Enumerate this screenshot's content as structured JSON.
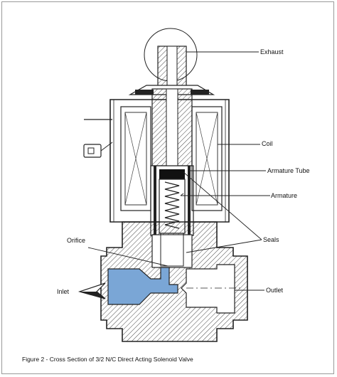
{
  "labels": {
    "exhaust": "Exhaust",
    "coil": "Coil",
    "armature_tube": "Armature Tube",
    "armature": "Armature",
    "seals": "Seals",
    "orifice": "Orifice",
    "inlet": "Inlet",
    "outlet": "Outlet"
  },
  "caption": "Figure 2 - Cross Section of 3/2 N/C Direct Acting Solenoid Valve",
  "colors": {
    "line": "#1a1a1a",
    "flow_blue": "#7aa6d6",
    "hatch": "#333333",
    "background": "#ffffff"
  }
}
